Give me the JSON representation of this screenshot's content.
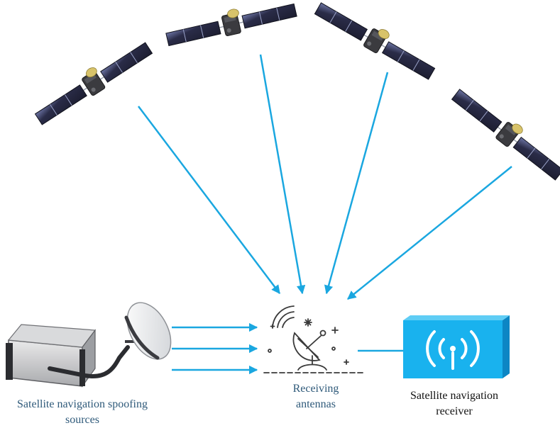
{
  "labels": {
    "spoofing_sources": [
      "Satellite navigation spoofing",
      "sources"
    ],
    "receiving_antennas": [
      "Receiving",
      "antennas"
    ],
    "receiver": [
      "Satellite navigation",
      "receiver"
    ]
  },
  "colors": {
    "arrow": "#1aa7e0",
    "receiver_box": "#19b2ee",
    "receiver_box_dark": "#0d86c4",
    "link_line": "#1aa7e0",
    "panel": "#2a2c48",
    "panel_light": "#7d85b0",
    "bus": "#3b3b3f",
    "bus_gold": "#d8c36a"
  },
  "icons": {
    "satellites": [
      "satellite-icon",
      "satellite-icon",
      "satellite-icon",
      "satellite-icon"
    ],
    "spoofing_device": "spoofing-transmitter-icon",
    "antenna": "satellite-dish-icon",
    "receiver": "wireless-signal-icon"
  }
}
